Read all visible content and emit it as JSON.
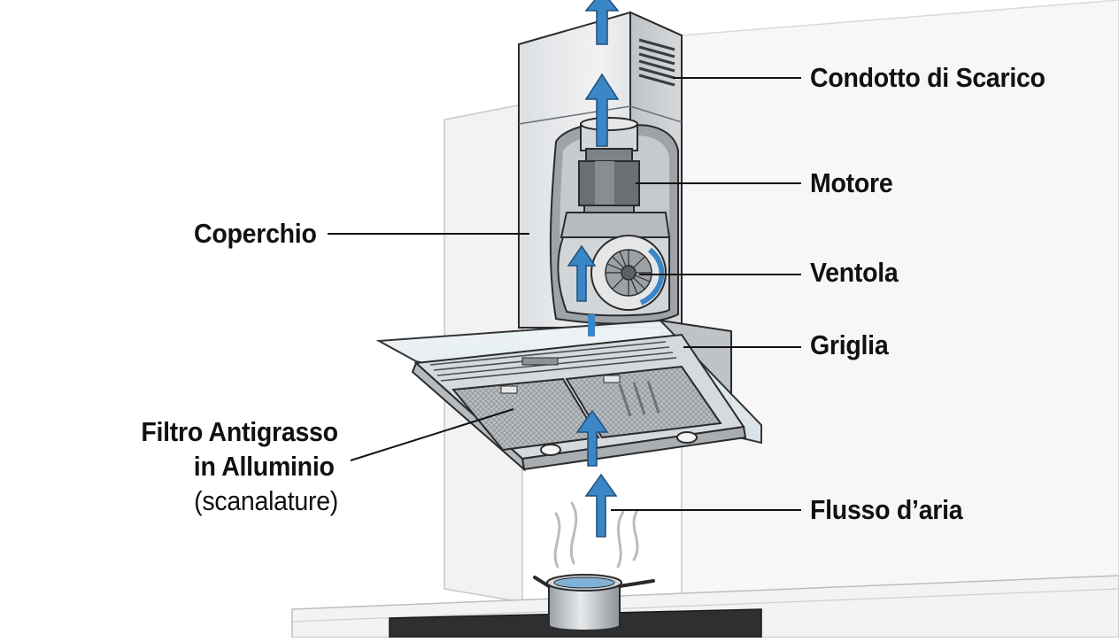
{
  "labels": {
    "exhaust_duct": "Condotto di Scarico",
    "motor": "Motore",
    "cover": "Coperchio",
    "fan": "Ventola",
    "grille": "Griglia",
    "filter_line1": "Filtro Antigrasso",
    "filter_line2": "in Alluminio",
    "filter_line3": "(scanalature)",
    "airflow": "Flusso d’aria"
  },
  "colors": {
    "airflow_arrow": "#3b86c6",
    "steel": "#c9ccd0",
    "outline": "#2b2b2b"
  }
}
